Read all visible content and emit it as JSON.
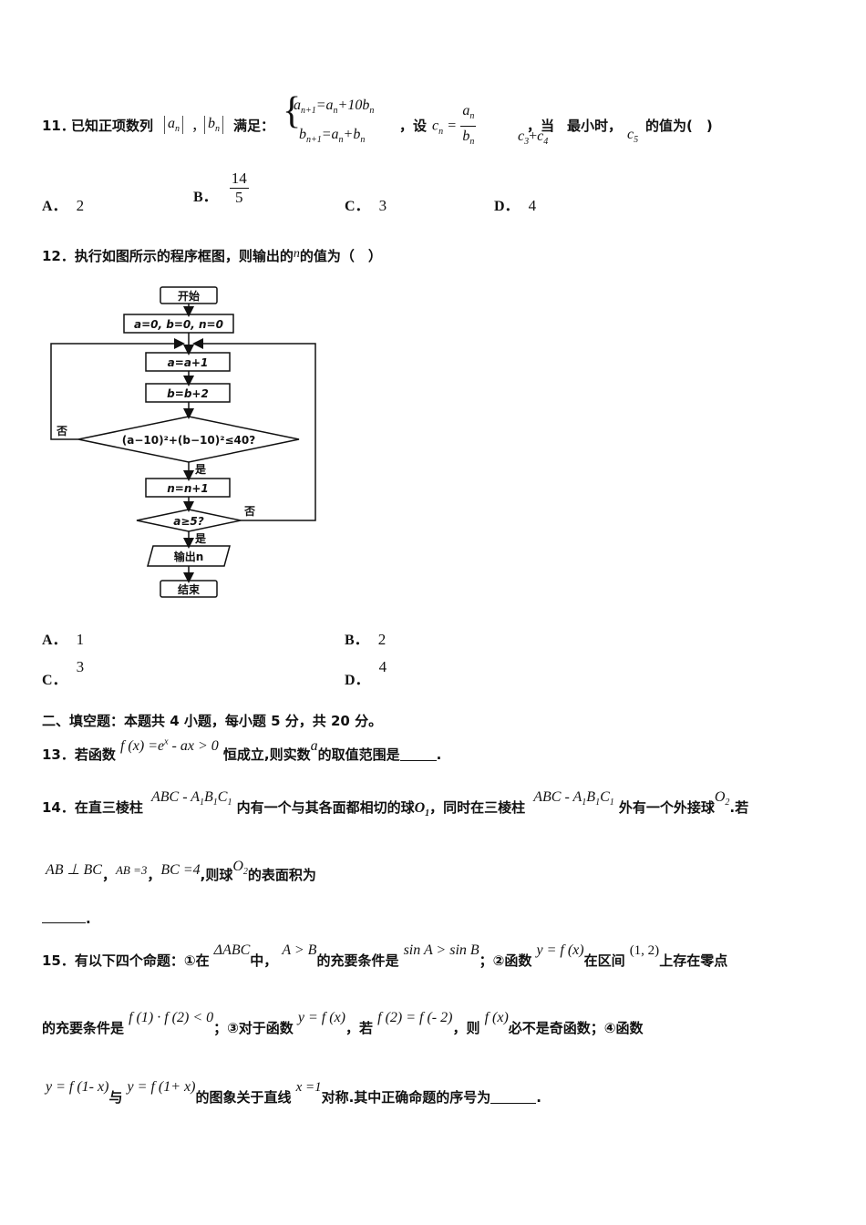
{
  "q11": {
    "number": "11．",
    "text1": "已知正项数列",
    "seq_a": "a",
    "seq_b": "b",
    "sub_n": "n",
    "sep": "，",
    "text2": "满足：",
    "eq1": "a",
    "eq1_sub": "n+1",
    "eq1_rhs": "=a",
    "eq1_rhs_sub": "n",
    "eq1_tail": "+10b",
    "eq1_tail_sub": "n",
    "eq2": "b",
    "eq2_sub": "n+1",
    "eq2_rhs": "=a",
    "eq2_rhs_sub": "n",
    "eq2_tail": "+b",
    "eq2_tail_sub": "n",
    "text3": "，设",
    "c": "c",
    "c_sub": "n",
    "eq": "=",
    "frac_num": "a",
    "frac_num_sub": "n",
    "frac_den": "b",
    "frac_den_sub": "n",
    "text4": "，当",
    "sum_c3": "c",
    "sum_c3_sub": "3",
    "plus": "+",
    "sum_c4": "c",
    "sum_c4_sub": "4",
    "text5": "最小时，",
    "c5": "c",
    "c5_sub": "5",
    "text6": "的值为(　)",
    "options": [
      {
        "label": "A．",
        "value": "2"
      },
      {
        "label": "B．",
        "value_num": "14",
        "value_den": "5"
      },
      {
        "label": "C．",
        "value": "3"
      },
      {
        "label": "D．",
        "value": "4"
      }
    ]
  },
  "q12": {
    "number": "12．",
    "text1": "执行如图所示的程序框图，则输出的",
    "var": "n",
    "text2": "的值为（　）",
    "flow": {
      "start": "开始",
      "init": "a=0, b=0, n=0",
      "step1": "a=a+1",
      "step2": "b=b+2",
      "cond1": "(a−10)²+(b−10)²≤40?",
      "yes1": "是",
      "no1": "否",
      "step3": "n=n+1",
      "cond2": "a≥5?",
      "yes2": "是",
      "no2": "否",
      "output": "输出n",
      "end": "结束"
    },
    "options": [
      {
        "label": "A．",
        "value": "1"
      },
      {
        "label": "B．",
        "value": "2"
      },
      {
        "label": "C．",
        "value": "3"
      },
      {
        "label": "D．",
        "value": "4"
      }
    ]
  },
  "section2": {
    "title": "二、填空题：本题共 4 小题，每小题 5 分，共 20 分。"
  },
  "q13": {
    "number": "13．",
    "text1": "若函数",
    "expr": "f (x) =e",
    "exp": "x",
    "expr2": " - ax > 0",
    "text2": "恒成立,则实数",
    "var": "a",
    "text3": "的取值范围是",
    "end": "."
  },
  "q14": {
    "number": "14．",
    "text1": "在直三棱柱",
    "prism1": "ABC - A",
    "prism1_s1": "1",
    "prism1_b": "B",
    "prism1_s2": "1",
    "prism1_c": "C",
    "prism1_s3": "1",
    "text2": "内有一个与其各面都相切的球",
    "o1": "O",
    "o1_sub": "1",
    "text3": "，同时在三棱柱",
    "prism2": "ABC - A",
    "prism2_s1": "1",
    "prism2_b": "B",
    "prism2_s2": "1",
    "prism2_c": "C",
    "prism2_s3": "1",
    "text4": "外有一个外接球",
    "o2": "O",
    "o2_sub": "2",
    "text5": ".若",
    "line2_a": "AB ⊥ BC",
    "comma1": "，",
    "line2_b": "AB =3",
    "comma2": "，",
    "line2_c": "BC =4",
    "text6": ",则球",
    "o2b": "O",
    "o2b_sub": "2",
    "text7": "的表面积为",
    "end": "."
  },
  "q15": {
    "number": "15．",
    "text1": "有以下四个命题：①在",
    "tri": "ΔABC",
    "text2": "中，",
    "ab": "A > B",
    "text3": "的充要条件是",
    "sin": "sin A > sin B",
    "text4": "；②函数",
    "yf": "y = f (x)",
    "text5": "在区间",
    "interval": "(1, 2)",
    "text6": "上存在零点",
    "text7": "的充要条件是",
    "prod": "f (1) · f (2) < 0",
    "text8": "；③对于函数",
    "yf2": "y = f (x)",
    "text9": "，若",
    "feq": "f (2) = f (- 2)",
    "text10": "，则",
    "fx": "f (x)",
    "text11": "必不是奇函数；④函数",
    "y1": "y = f (1- x)",
    "text12": "与",
    "y2": "y = f (1+ x)",
    "text13": "的图象关于直线",
    "line": "x =1",
    "text14": "对称.其中正确命题的序号为",
    "end": "."
  }
}
